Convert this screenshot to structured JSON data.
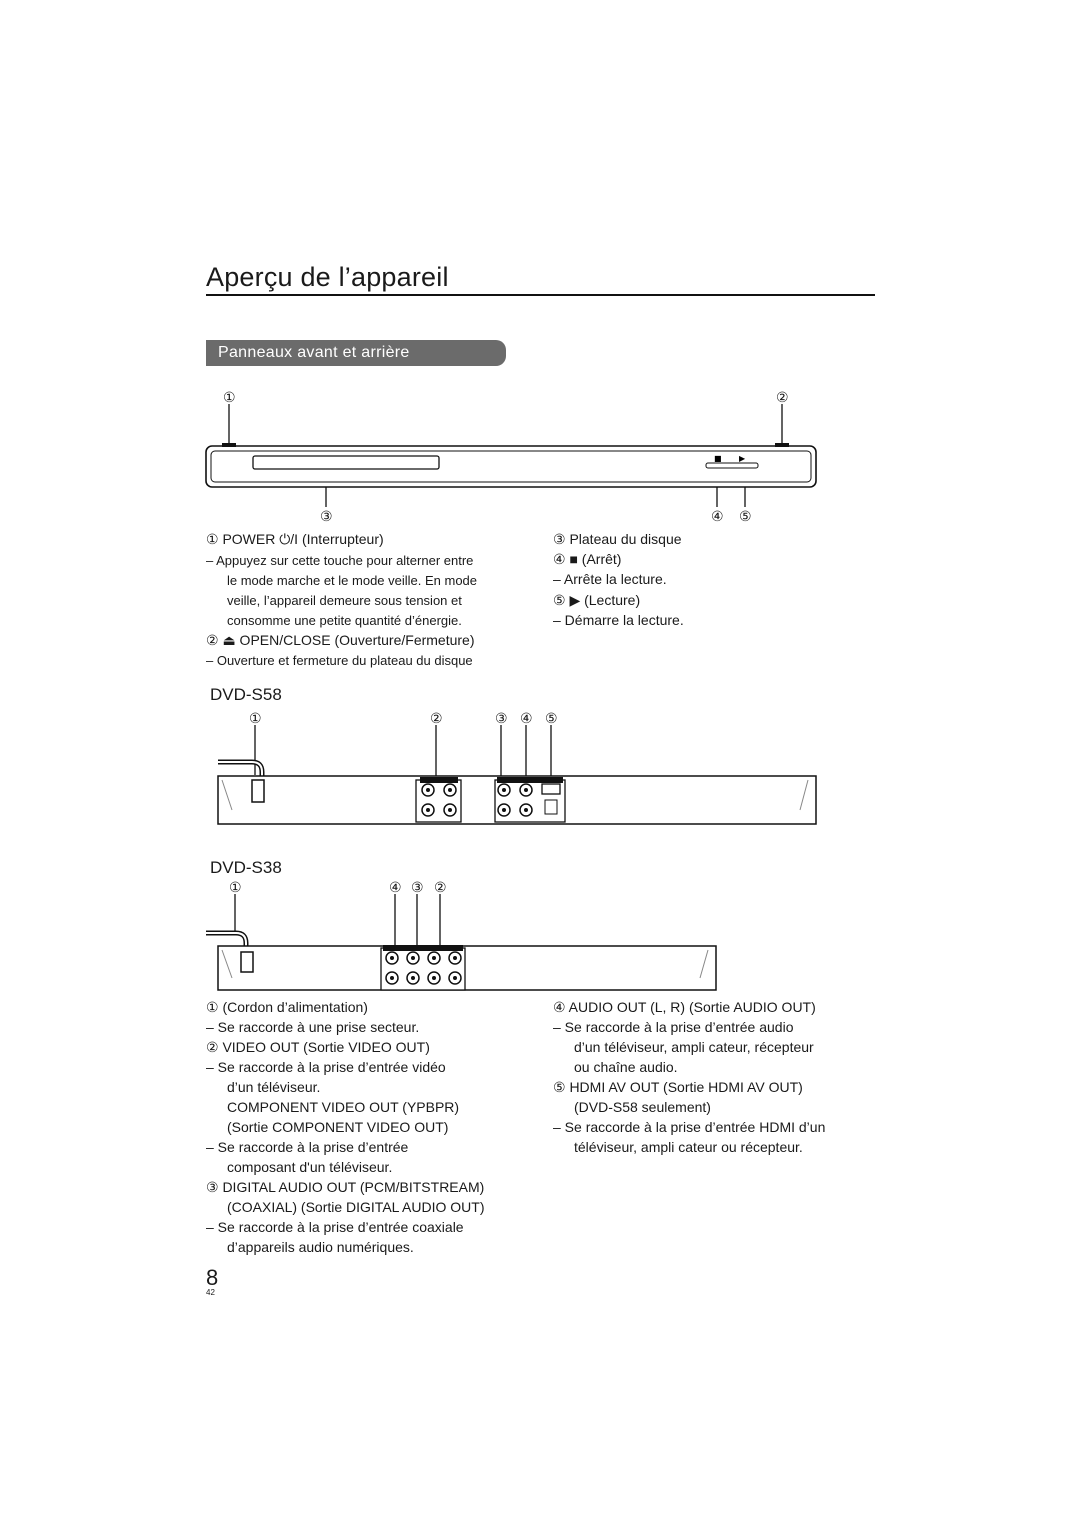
{
  "page": {
    "title": "Aperçu de l’appareil",
    "section": "Panneaux avant et arrière",
    "page_number": "8",
    "page_sub": "42"
  },
  "front": {
    "callouts": [
      "①",
      "②",
      "③",
      "④",
      "⑤"
    ],
    "buttons": [
      "■",
      "▶"
    ],
    "left_items": [
      {
        "text": "① POWER ⏻/I (Interrupteur)"
      },
      {
        "text": "–   Appuyez sur cette touche pour alterner entre"
      },
      {
        "text": "le mode marche et le mode veille. En mode"
      },
      {
        "text": "veille, l’appareil demeure sous tension et"
      },
      {
        "text": "consomme une petite quantité d’énergie."
      },
      {
        "text": "② ⏏ OPEN/CLOSE (Ouverture/Fermeture)"
      },
      {
        "text": "–   Ouverture et fermeture du plateau du disque"
      }
    ],
    "right_items": [
      {
        "text": "③ Plateau du disque"
      },
      {
        "text": "④ ■ (Arrêt)"
      },
      {
        "text": "–   Arrête la lecture."
      },
      {
        "text": "⑤ ▶ (Lecture)"
      },
      {
        "text": "–   Démarre la lecture."
      }
    ]
  },
  "rear_s58": {
    "model": "DVD-S58",
    "callouts": [
      "①",
      "②",
      "③",
      "④",
      "⑤"
    ]
  },
  "rear_s38": {
    "model": "DVD-S38",
    "callouts": [
      "①",
      "④",
      "③",
      "②"
    ]
  },
  "bottom": {
    "left_items": [
      {
        "text": "① (Cordon d’alimentation)"
      },
      {
        "text": "–   Se raccorde à une prise secteur."
      },
      {
        "text": "② VIDEO OUT (Sortie VIDEO OUT)"
      },
      {
        "text": "–   Se raccorde à la prise d’entrée vidéo"
      },
      {
        "text": "d’un téléviseur."
      },
      {
        "text": "COMPONENT VIDEO OUT (YPBPR)"
      },
      {
        "text": "(Sortie COMPONENT VIDEO OUT)"
      },
      {
        "text": "–   Se raccorde à la prise d’entrée"
      },
      {
        "text": "composant d'un téléviseur."
      },
      {
        "text": "③ DIGITAL AUDIO OUT (PCM/BITSTREAM)"
      },
      {
        "text": "(COAXIAL) (Sortie DIGITAL AUDIO OUT)"
      },
      {
        "text": "–   Se raccorde à la prise d’entrée coaxiale"
      },
      {
        "text": "d’appareils audio numériques."
      }
    ],
    "right_items": [
      {
        "text": "④ AUDIO OUT (L, R) (Sortie AUDIO OUT)"
      },
      {
        "text": "–   Se raccorde à la prise d’entrée audio"
      },
      {
        "text": "d’un téléviseur, ampli  cateur, récepteur"
      },
      {
        "text": "ou chaîne audio."
      },
      {
        "text": "⑤ HDMI AV OUT  (Sortie HDMI AV OUT)"
      },
      {
        "text": "(DVD-S58 seulement)"
      },
      {
        "text": "–   Se raccorde à la prise d’entrée HDMI d’un"
      },
      {
        "text": "téléviseur, ampli  cateur ou récepteur."
      }
    ]
  }
}
